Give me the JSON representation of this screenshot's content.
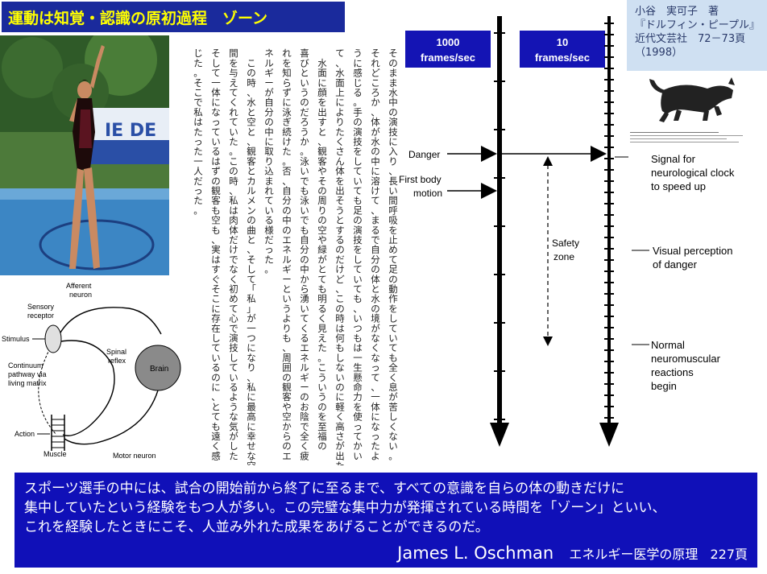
{
  "title": "運動は知覚・認識の原初過程　ゾーン",
  "citation": {
    "line1": "小谷　実可子　著",
    "line2": "『ドルフィン・ピープル』",
    "line3": "近代文芸社　72－73頁",
    "line4": "（1998）"
  },
  "japanese_text": {
    "columns": [
      "そのまま水中の演技に入り、長い間呼吸を止めて足の動作をしていても全く息が苦しくない。",
      "それどころか、体が水の中に溶けて、まるで自分の体と水の境がなくなって、一体になったよ",
      "うに感じる。手の演技をしていても足の演技をしていても、いつもは一生懸命力を使ってかい",
      "て、水面上によりたくさん体を出そうとするのだけど、この時は何もしないのに軽く高さが出た。",
      "　水面に顔を出すと、観客やその周りの空や緑がとても明るく見えた。こういうのを至福の",
      "喜びというのだろうか。泳いでも泳いでも自分の中から湧いてくるエネルギーのお陰で全く疲",
      "れを知らずに泳ぎ続けた。否、自分の中のエネルギーというよりも、周囲の観客や空からのエ",
      "ネルギーが自分の中に取り込まれている様だった。",
      "　この時、水と空と、観客とカルメンの曲と、そして「私」が一つになり、私に最高に幸せな空",
      "間を与えてくれていた。この時、私は肉体だけでなく初めて心で演技しているような気がした。",
      "そして一体になっているはずの観客も空も、実はすぐそこに存在しているのに、とても遠く感",
      "じた。そこで私はたった一人だった。"
    ]
  },
  "nerve_diagram": {
    "afferent": "Afferent",
    "neuron": "neuron",
    "sensory": "Sensory",
    "receptor": "receptor",
    "stimulus": "Stimulus",
    "spinal": "Spinal",
    "reflex": "reflex",
    "brain": "Brain",
    "continuum1": "Continuum",
    "continuum2": "pathway via",
    "continuum3": "living matrix",
    "action": "Action",
    "muscle": "Muscle",
    "motor": "Motor neuron"
  },
  "timeline": {
    "left_label_1": "1000",
    "left_label_2": "frames/sec",
    "right_label_1": "10",
    "right_label_2": "frames/sec",
    "danger": "Danger",
    "first_body_1": "First body",
    "first_body_2": "motion",
    "safety_1": "Safety",
    "safety_2": "zone"
  },
  "annotations": {
    "signal_1": "Signal for",
    "signal_2": "neurological clock",
    "signal_3": "to speed up",
    "visual_1": "Visual perception",
    "visual_2": "of danger",
    "normal_1": "Normal",
    "normal_2": "neuromuscular",
    "normal_3": "reactions",
    "normal_4": "begin"
  },
  "summary": {
    "line1": "スポーツ選手の中には、試合の開始前から終了に至るまで、すべての意識を自らの体の動きだけに",
    "line2": "集中していたという経験をもつ人が多い。この完璧な集中力が発揮されている時間を「ゾーン」といい、",
    "line3": "これを経験したときにこそ、人並み外れた成果をあげることができるのだ。",
    "author": "James L. Oschman",
    "book": "エネルギー医学の原理",
    "page": "227頁"
  },
  "colors": {
    "title_bg": "#1a2a9c",
    "title_text": "#ffff00",
    "summary_bg": "#1010b8",
    "citation_bg": "#cfe0f2",
    "timeline_label_bg": "#1414b4"
  }
}
